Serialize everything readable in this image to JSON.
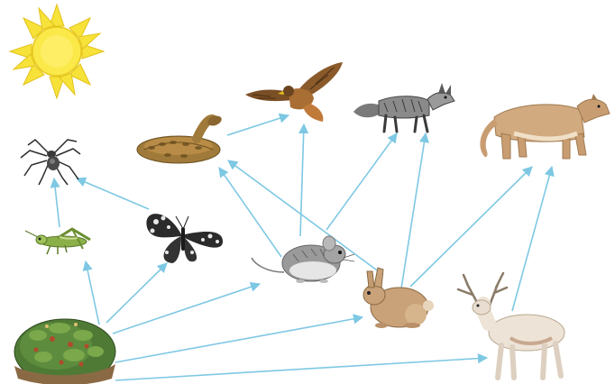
{
  "diagram": {
    "kind": "food-web",
    "arrow_color": "#7ec8e3",
    "organisms": [
      {
        "id": "sun",
        "icon": "sun-icon",
        "color": "#f7e23a"
      },
      {
        "id": "plants",
        "icon": "plants-icon",
        "color": "#4f7a35"
      },
      {
        "id": "grasshopper",
        "icon": "grasshopper-icon",
        "color": "#8bb04a"
      },
      {
        "id": "butterfly",
        "icon": "butterfly-icon",
        "color": "#2b2b2b"
      },
      {
        "id": "spider",
        "icon": "spider-icon",
        "color": "#3a3a3a"
      },
      {
        "id": "mouse",
        "icon": "mouse-icon",
        "color": "#9a9a9a"
      },
      {
        "id": "rabbit",
        "icon": "rabbit-icon",
        "color": "#c9a27a"
      },
      {
        "id": "deer",
        "icon": "deer-icon",
        "color": "#e8ddd0"
      },
      {
        "id": "snake",
        "icon": "snake-icon",
        "color": "#a07a3a"
      },
      {
        "id": "hawk",
        "icon": "hawk-icon",
        "color": "#8a5a2b"
      },
      {
        "id": "fox",
        "icon": "fox-icon",
        "color": "#6e6e6e"
      },
      {
        "id": "cougar",
        "icon": "cougar-icon",
        "color": "#d2aa80"
      }
    ],
    "links": [
      {
        "from": "plants",
        "to": "grasshopper"
      },
      {
        "from": "plants",
        "to": "butterfly"
      },
      {
        "from": "plants",
        "to": "mouse"
      },
      {
        "from": "plants",
        "to": "rabbit"
      },
      {
        "from": "plants",
        "to": "deer"
      },
      {
        "from": "grasshopper",
        "to": "spider"
      },
      {
        "from": "butterfly",
        "to": "spider"
      },
      {
        "from": "mouse",
        "to": "snake"
      },
      {
        "from": "mouse",
        "to": "hawk"
      },
      {
        "from": "mouse",
        "to": "fox"
      },
      {
        "from": "rabbit",
        "to": "snake"
      },
      {
        "from": "rabbit",
        "to": "fox"
      },
      {
        "from": "rabbit",
        "to": "cougar"
      },
      {
        "from": "deer",
        "to": "cougar"
      },
      {
        "from": "snake",
        "to": "hawk"
      }
    ]
  }
}
